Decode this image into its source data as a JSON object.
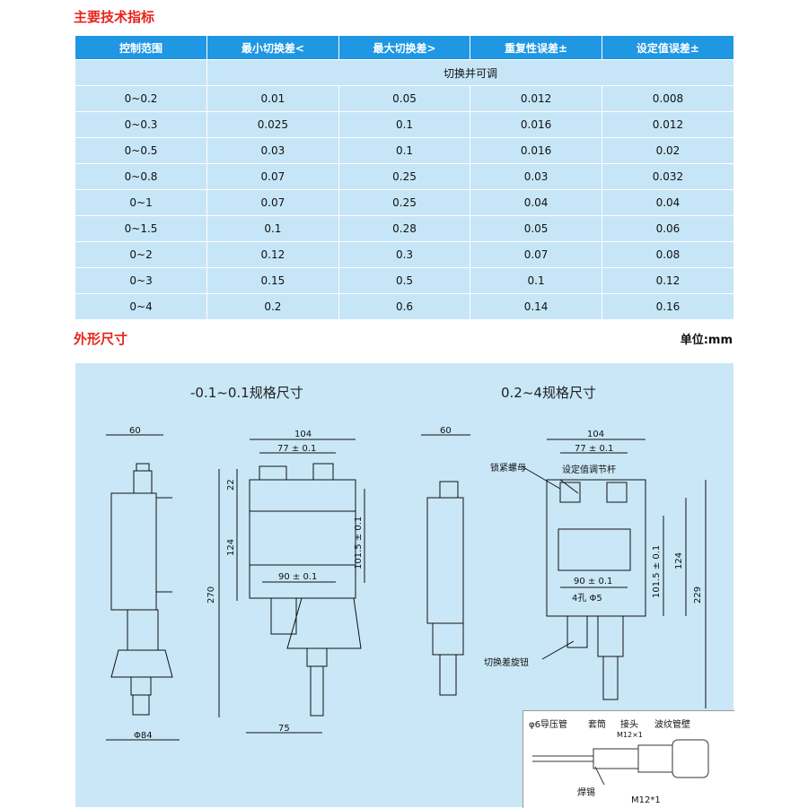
{
  "headings": {
    "spec": "主要技术指标",
    "dimensions": "外形尺寸",
    "unit": "单位:mm"
  },
  "table": {
    "columns": [
      "控制范围",
      "最小切换差<",
      "最大切换差>",
      "重复性误差±",
      "设定值误差±"
    ],
    "note": "切换并可调",
    "rows": [
      [
        "0~0.2",
        "0.01",
        "0.05",
        "0.012",
        "0.008"
      ],
      [
        "0~0.3",
        "0.025",
        "0.1",
        "0.016",
        "0.012"
      ],
      [
        "0~0.5",
        "0.03",
        "0.1",
        "0.016",
        "0.02"
      ],
      [
        "0~0.8",
        "0.07",
        "0.25",
        "0.03",
        "0.032"
      ],
      [
        "0~1",
        "0.07",
        "0.25",
        "0.04",
        "0.04"
      ],
      [
        "0~1.5",
        "0.1",
        "0.28",
        "0.05",
        "0.06"
      ],
      [
        "0~2",
        "0.12",
        "0.3",
        "0.07",
        "0.08"
      ],
      [
        "0~3",
        "0.15",
        "0.5",
        "0.1",
        "0.12"
      ],
      [
        "0~4",
        "0.2",
        "0.6",
        "0.14",
        "0.16"
      ]
    ]
  },
  "diagram": {
    "left_title": "-0.1~0.1规格尺寸",
    "right_title": "0.2~4规格尺寸",
    "dims": {
      "w60": "60",
      "w104": "104",
      "w77": "77 ± 0.1",
      "h22": "22",
      "h124": "124",
      "h270": "270",
      "h101": "101.5 ± 0.1",
      "w90": "90 ± 0.1",
      "d84": "Φ84",
      "w75": "75",
      "h229": "229",
      "holes": "4孔 Φ5"
    },
    "callouts": {
      "lock_nut": "锁紧螺母",
      "set_rod": "设定值调节杆",
      "diff_knob": "切换差旋钮"
    },
    "inset": {
      "pipe": "φ6导压管",
      "sleeve": "套筒",
      "joint": "接头",
      "bellows": "波纹管壁",
      "m12a": "M12×1",
      "solder": "焊锡",
      "m12b": "M12*1"
    }
  },
  "colors": {
    "accent_red": "#e8231b",
    "header_blue": "#1f97e3",
    "row_blue": "#c6e6f7",
    "diagram_bg": "#c9e7f7"
  }
}
